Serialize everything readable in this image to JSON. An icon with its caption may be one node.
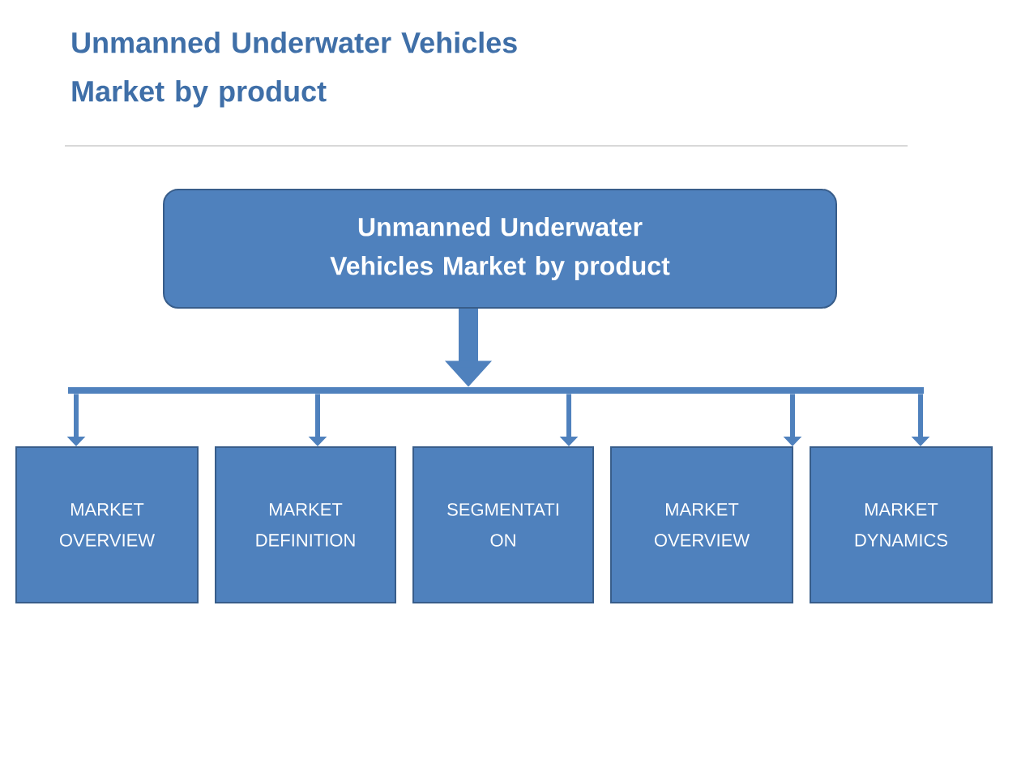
{
  "diagram": {
    "title": "Unmanned Underwater Vehicles Market by product",
    "nodes": [
      {
        "text": [
          "Unmanned Underwater Vehicles Market by product"
        ]
      },
      {
        "text": [],
        "shape": "bar"
      },
      {
        "text": [
          "MARKET OVERVIEW"
        ]
      },
      {
        "text": [
          "MARKET DEFINITION"
        ]
      },
      {
        "text": [
          "SEGMENTATI ON"
        ]
      },
      {
        "text": [
          "MARKET OVERVIEW"
        ]
      },
      {
        "text": [
          "MARKET DYNAMICS"
        ]
      }
    ],
    "edges": [
      {
        "from": 0,
        "to": 1,
        "arrow": "to",
        "style": "thick"
      },
      {
        "from": 1,
        "to": 2,
        "arrow": "to"
      },
      {
        "from": 1,
        "to": 3,
        "arrow": "to"
      },
      {
        "from": 1,
        "to": 4,
        "arrow": "to"
      },
      {
        "from": 1,
        "to": 5,
        "arrow": "to"
      },
      {
        "from": 1,
        "to": 6,
        "arrow": "to"
      }
    ]
  }
}
